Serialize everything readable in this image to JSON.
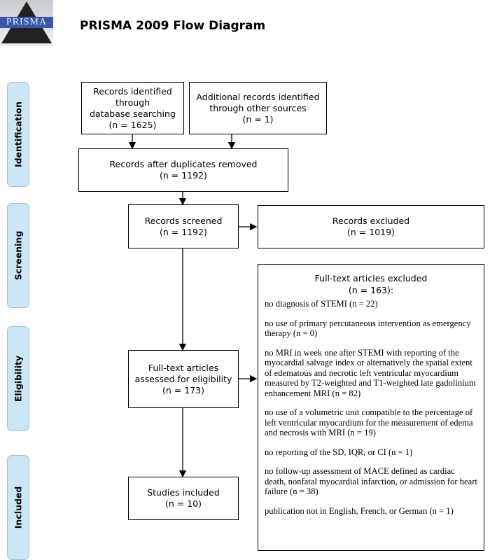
{
  "logo_text": "PRISMA",
  "title": "PRISMA 2009 Flow Diagram",
  "stages": [
    "Identification",
    "Screening",
    "Eligibility",
    "Included"
  ],
  "boxes": {
    "database": [
      "Records identified through",
      "database searching",
      "(n = 1625)"
    ],
    "other": [
      "Additional records identified",
      "through other sources",
      "(n = 1)"
    ],
    "dedup": [
      "Records after duplicates removed",
      "(n = 1192)"
    ],
    "screened": [
      "Records screened",
      "(n = 1192)"
    ],
    "excluded": [
      "Records excluded",
      "(n = 1019)"
    ],
    "fulltext": [
      "Full-text articles",
      "assessed for eligibility",
      "(n = 173)"
    ],
    "included": [
      "Studies included",
      "(n = 10)"
    ]
  },
  "fulltext_excluded": {
    "heading": [
      "Full-text articles excluded",
      "(n = 163):"
    ],
    "reasons": [
      "no diagnosis of STEMI (n = 22)",
      "no use of primary percutaneous intervention as emergency therapy (n = 0)",
      "no MRI in week one after STEMI with reporting of the myocardial salvage index or alternatively the spatial extent of edematous and necrotic left ventricular myocardium measured by T2-weighted and T1-weighted late gadolinium enhancement MRI (n = 82)",
      "no use of a volumetric unit compatible to the percentage of left ventricular myocardium for the measurement of edema and necrosis with MRI (n = 19)",
      "no reporting of the SD, IQR, or CI (n = 1)",
      "no follow-up assessment of MACE defined as cardiac death, nonfatal myocardial infarction, or admission for heart failure (n = 38)",
      "publication not in English, French, or German (n = 1)"
    ]
  }
}
